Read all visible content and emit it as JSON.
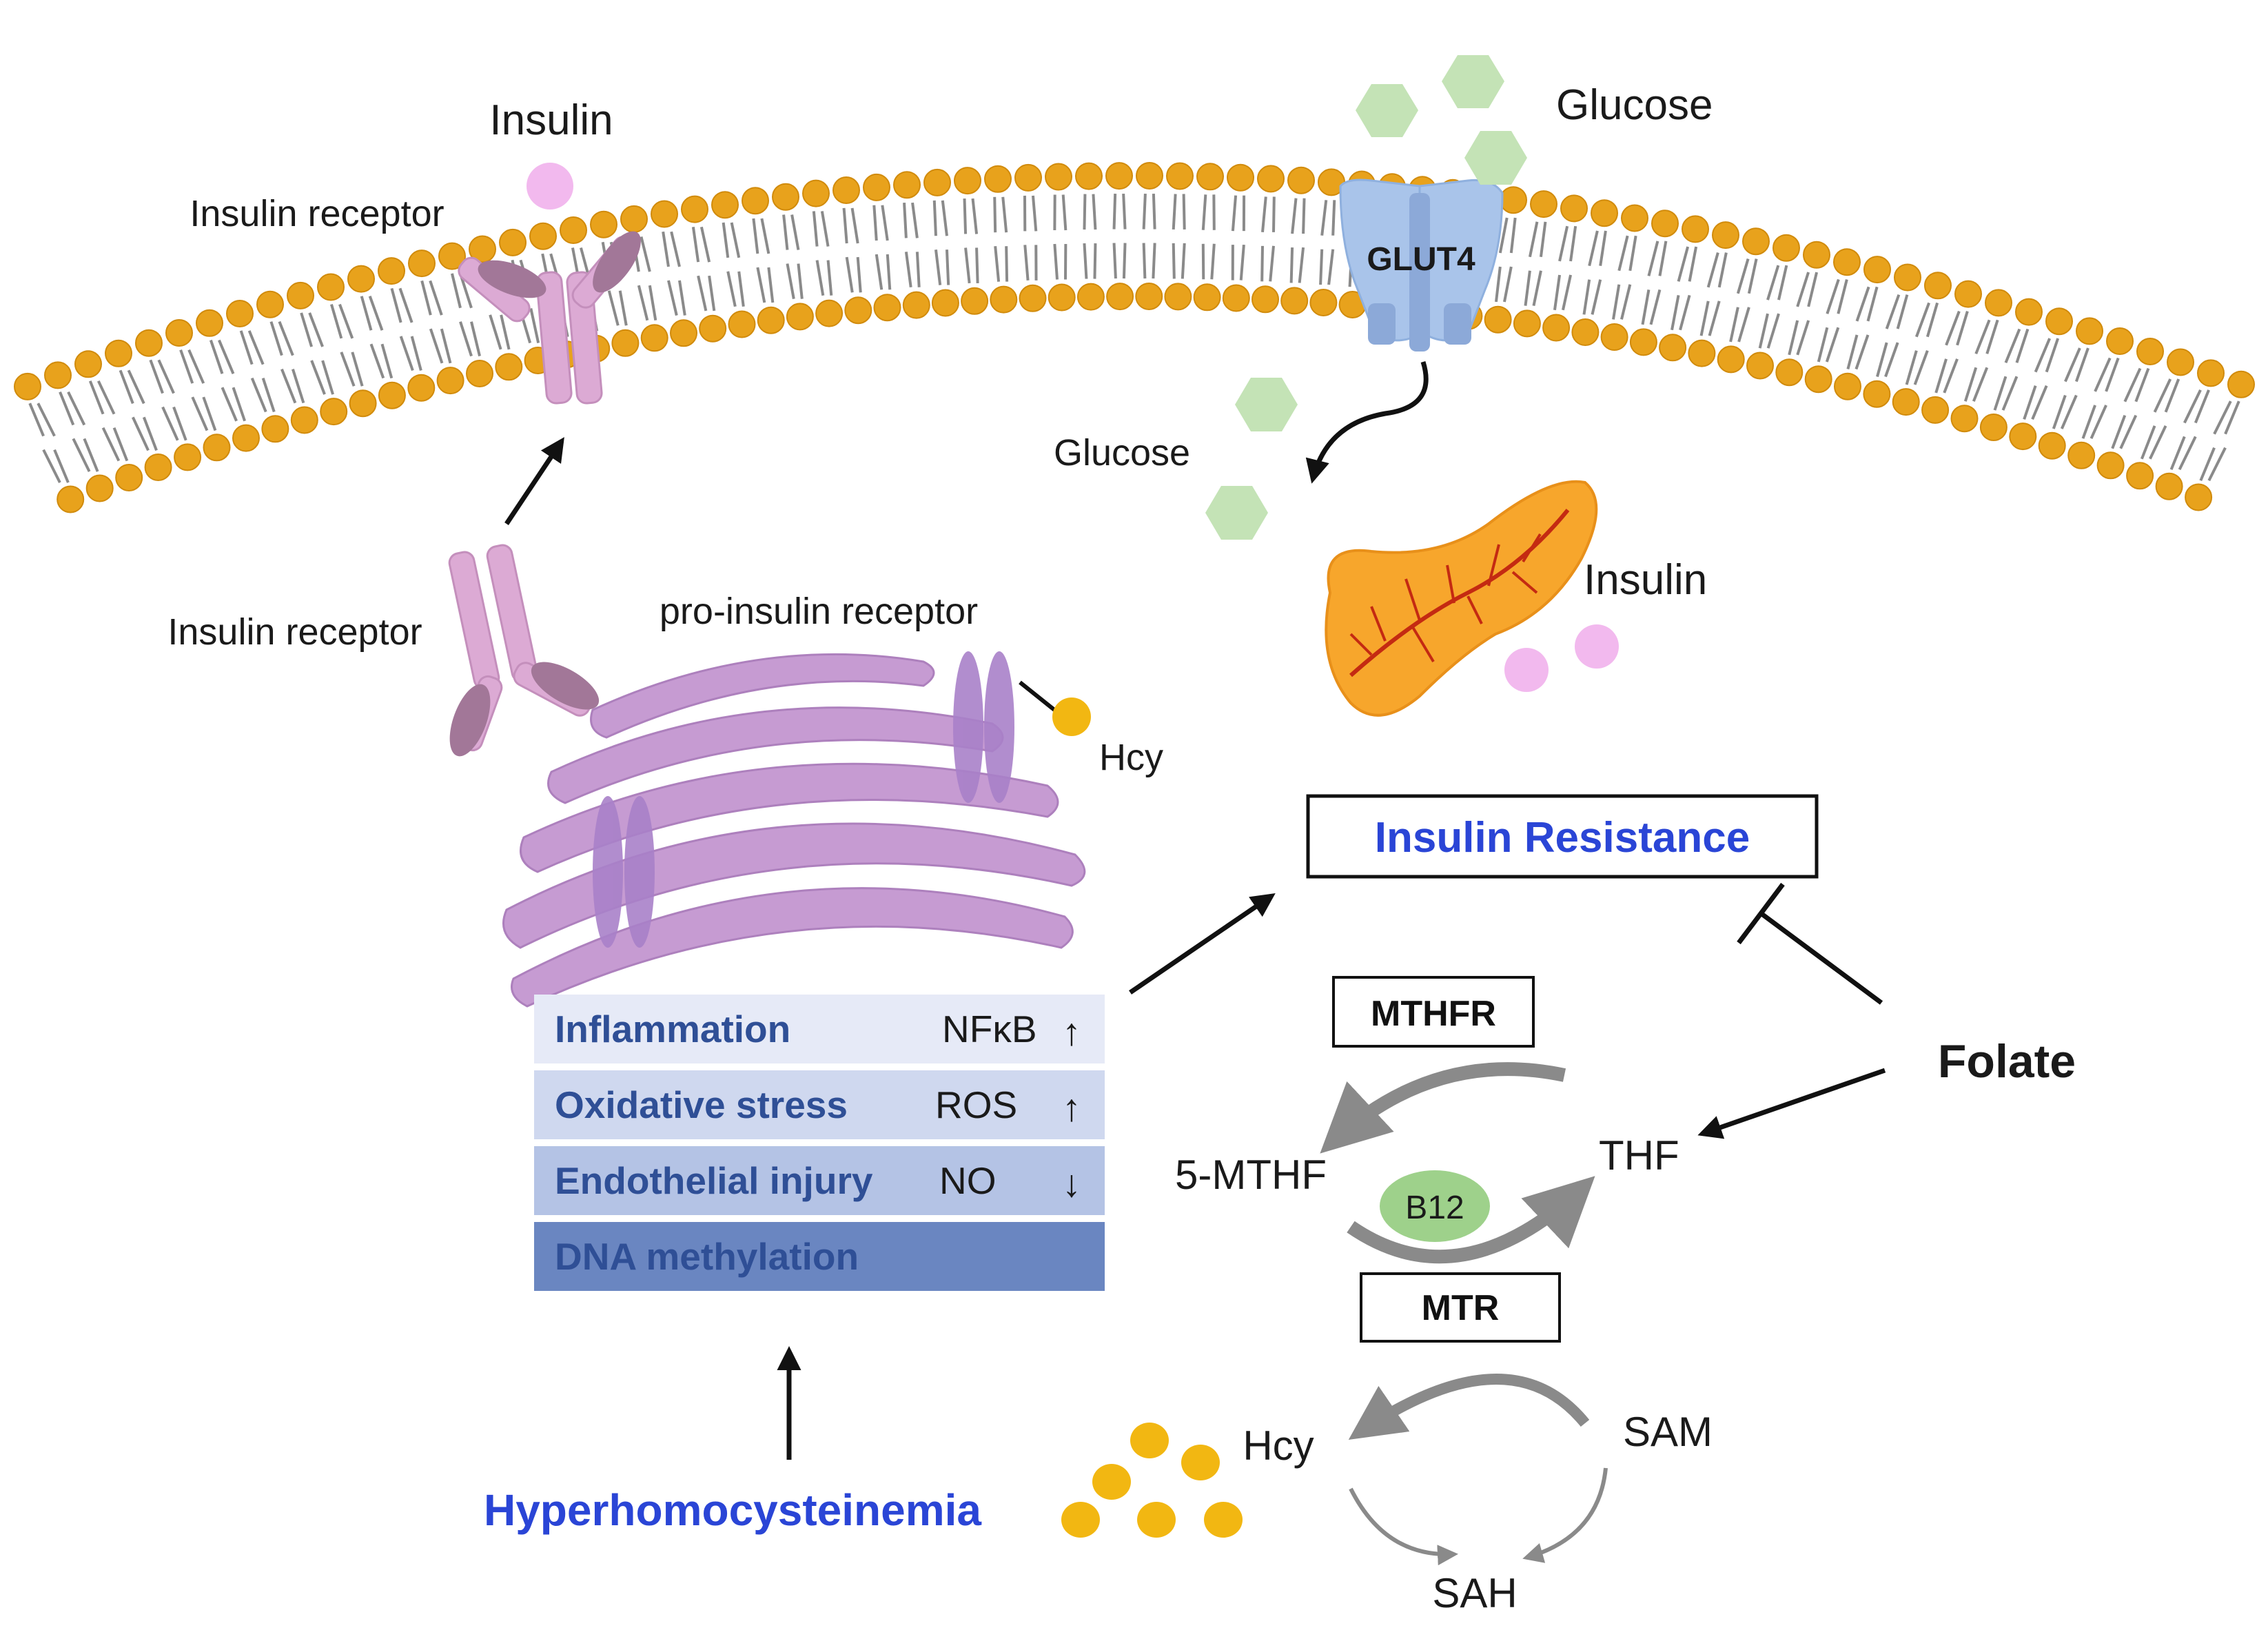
{
  "labels": {
    "insulin_top": "Insulin",
    "insulin_receptor_top": "Insulin receptor",
    "glucose_top": "Glucose",
    "glut4": "GLUT4",
    "glucose_inside": "Glucose",
    "insulin_pancreas": "Insulin",
    "insulin_receptor_er": "Insulin receptor",
    "pro_insulin_receptor": "pro-insulin receptor",
    "hcy_er": "Hcy",
    "insulin_resistance": "Insulin Resistance",
    "folate": "Folate",
    "hyperhomocysteinemia": "Hyperhomocysteinemia"
  },
  "effects_table": [
    {
      "label": "Inflammation",
      "marker": "NFκB",
      "direction": "up",
      "arrow": "↑"
    },
    {
      "label": "Oxidative stress",
      "marker": "ROS",
      "direction": "up",
      "arrow": "↑"
    },
    {
      "label": "Endothelial injury",
      "marker": "NO",
      "direction": "down",
      "arrow": "↓"
    },
    {
      "label": "DNA methylation",
      "marker": "",
      "direction": "",
      "arrow": ""
    }
  ],
  "cycle": {
    "mthfr": "MTHFR",
    "mthf": "5-MTHF",
    "thf": "THF",
    "b12": "B12",
    "mtr": "MTR",
    "hcy": "Hcy",
    "sam": "SAM",
    "sah": "SAH"
  },
  "colors": {
    "membrane_head": "#e8a21c",
    "receptor": "#d9a6cf",
    "er": "#c69bd2",
    "glut4": "#a9c4ea",
    "glucose": "#c4e3b6",
    "insulin": "#f2b9ee",
    "pancreas": "#f7a62c",
    "hcy_dot": "#f2b712",
    "accent_blue": "#2a45d6",
    "table_dark": "#6a86c1"
  }
}
